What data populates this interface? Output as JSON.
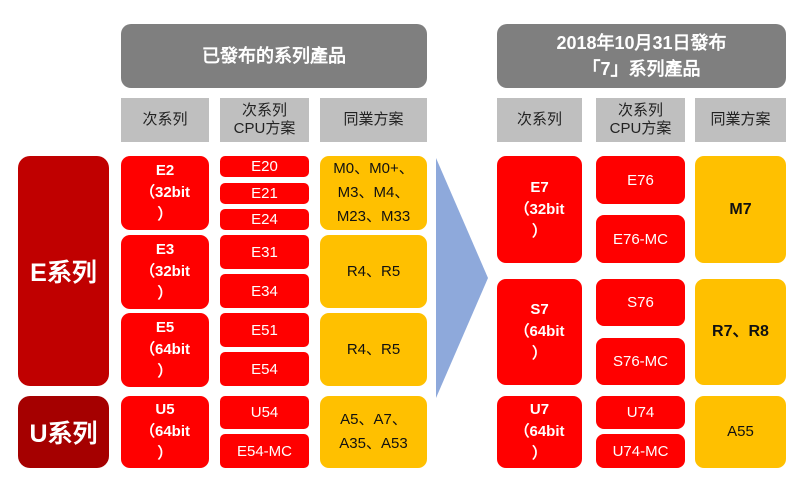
{
  "left": {
    "banner": "已發布的系列產品",
    "headers": {
      "subseries": "次系列",
      "cpu_line1": "次系列",
      "cpu_line2": "CPU方案",
      "competitor": "同業方案"
    },
    "families": {
      "e_label": "E系列",
      "u_label": "U系列"
    },
    "subseries": {
      "e2": [
        "E2",
        "（32bit",
        "）"
      ],
      "e3": [
        "E3",
        "（32bit",
        "）"
      ],
      "e5": [
        "E5",
        "（64bit",
        "）"
      ],
      "u5": [
        "U5",
        "（64bit",
        "）"
      ]
    },
    "cores": {
      "e20": "E20",
      "e21": "E21",
      "e24": "E24",
      "e31": "E31",
      "e34": "E34",
      "e51": "E51",
      "e54": "E54",
      "u54": "U54",
      "e54mc": "E54-MC"
    },
    "competitors": {
      "e2": [
        "M0、M0+、",
        "M3、M4、",
        "M23、M33"
      ],
      "e3": "R4、R5",
      "e5": "R4、R5",
      "u5": [
        "A5、A7、",
        "A35、A53"
      ]
    }
  },
  "right": {
    "banner_line1": "2018年10月31日發布",
    "banner_line2": "「7」系列產品",
    "headers": {
      "subseries": "次系列",
      "cpu_line1": "次系列",
      "cpu_line2": "CPU方案",
      "competitor": "同業方案"
    },
    "subseries": {
      "e7": [
        "E7",
        "（32bit",
        "）"
      ],
      "s7": [
        "S7",
        "（64bit",
        "）"
      ],
      "u7": [
        "U7",
        "（64bit",
        "）"
      ]
    },
    "cores": {
      "e76": "E76",
      "e76mc": "E76-MC",
      "s76": "S76",
      "s76mc": "S76-MC",
      "u74": "U74",
      "u74mc": "U74-MC"
    },
    "competitors": {
      "e7": "M7",
      "s7": "R7、R8",
      "u7": "A55"
    }
  },
  "colors": {
    "banner": "#7f7f7f",
    "header": "#bfbfbf",
    "family": "#c00000",
    "subseries": "#ff0000",
    "competitor": "#ffc000",
    "arrow": "#8ea9db"
  }
}
